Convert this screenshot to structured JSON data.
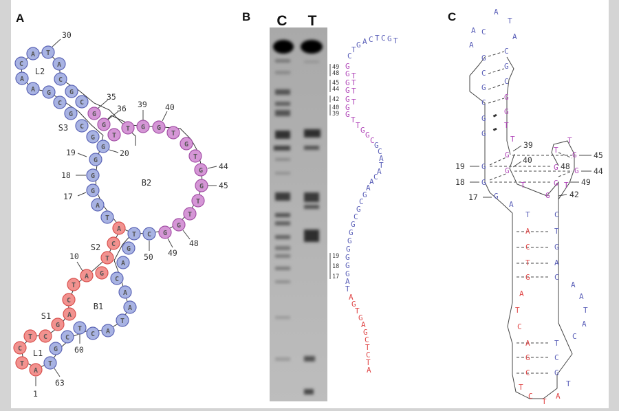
{
  "panels": {
    "a": {
      "label": "A",
      "regions": {
        "L2": "L2",
        "S3": "S3",
        "B2": "B2",
        "S2": "S2",
        "B1": "B1",
        "S1": "S1",
        "L1": "L1"
      },
      "position_labels": [
        "30",
        "35",
        "36",
        "39",
        "40",
        "19",
        "20",
        "18",
        "17",
        "44",
        "45",
        "48",
        "49",
        "50",
        "10",
        "60",
        "63",
        "1"
      ],
      "colors": {
        "stem_blue": "#a8b3e3",
        "stem_red": "#f2928f",
        "loop_pink": "#d596d6"
      }
    },
    "b": {
      "label": "B",
      "lanes": [
        "C",
        "T"
      ],
      "markers_top": [
        "49",
        "48",
        "45",
        "44",
        "42",
        "40",
        "39"
      ],
      "markers_bottom": [
        "19",
        "18",
        "17"
      ],
      "sequence_blue_top": "TGCTCAGT",
      "sequence_pink": "GGGGGGGTGGC",
      "sequence_blue_mid": "GCATACAGCGCGGGGAT",
      "sequence_red": "AGTGAGCTCTA"
    },
    "c": {
      "label": "C",
      "position_labels": [
        "39",
        "40",
        "45",
        "48",
        "44",
        "49",
        "42",
        "19",
        "18",
        "17"
      ]
    }
  }
}
